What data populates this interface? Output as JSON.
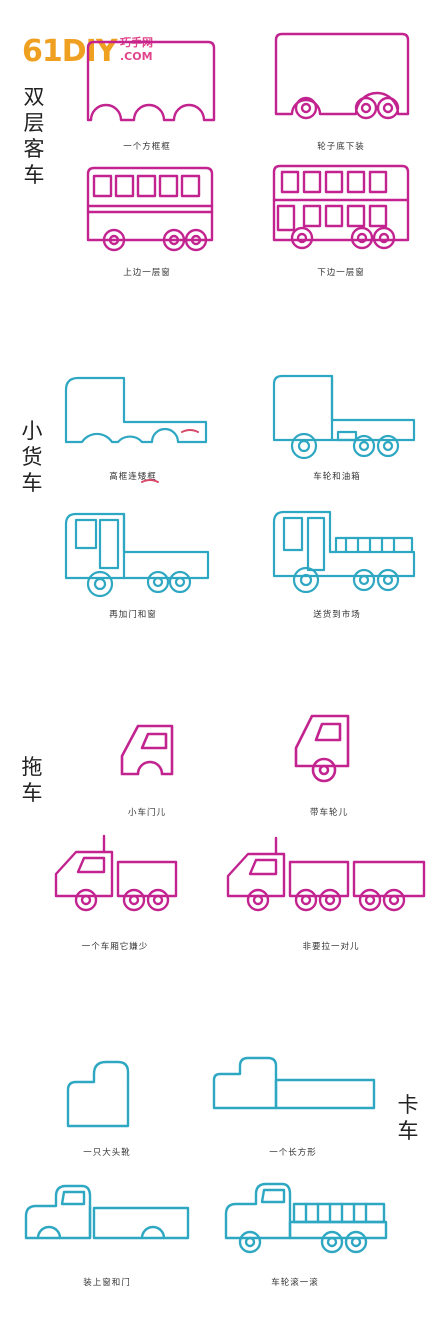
{
  "logo": {
    "digits": "61DIY",
    "domain": ".COM",
    "tagline": "巧手网"
  },
  "colors": {
    "pink": "#c2238f",
    "teal": "#2ea7c2",
    "orange": "#f0a020",
    "green": "#7dbb2f"
  },
  "sections": [
    {
      "title": [
        "双",
        "层",
        "客",
        "车"
      ],
      "steps": [
        "一个方框框",
        "轮子底下装",
        "上边一层窗",
        "下边一层窗"
      ]
    },
    {
      "title": [
        "小",
        "货",
        "车"
      ],
      "steps": [
        "高框连矮框",
        "车轮和油箱",
        "再加门和窗",
        "送货到市场"
      ]
    },
    {
      "title": [
        "拖",
        "车"
      ],
      "steps": [
        "小车门儿",
        "带车轮儿",
        "一个车厢它嫌少",
        "非要拉一对儿"
      ]
    },
    {
      "title": [
        "卡",
        "车"
      ],
      "steps": [
        "一只大头靴",
        "一个长方形",
        "装上窗和门",
        "车轮滚一滚"
      ]
    }
  ]
}
